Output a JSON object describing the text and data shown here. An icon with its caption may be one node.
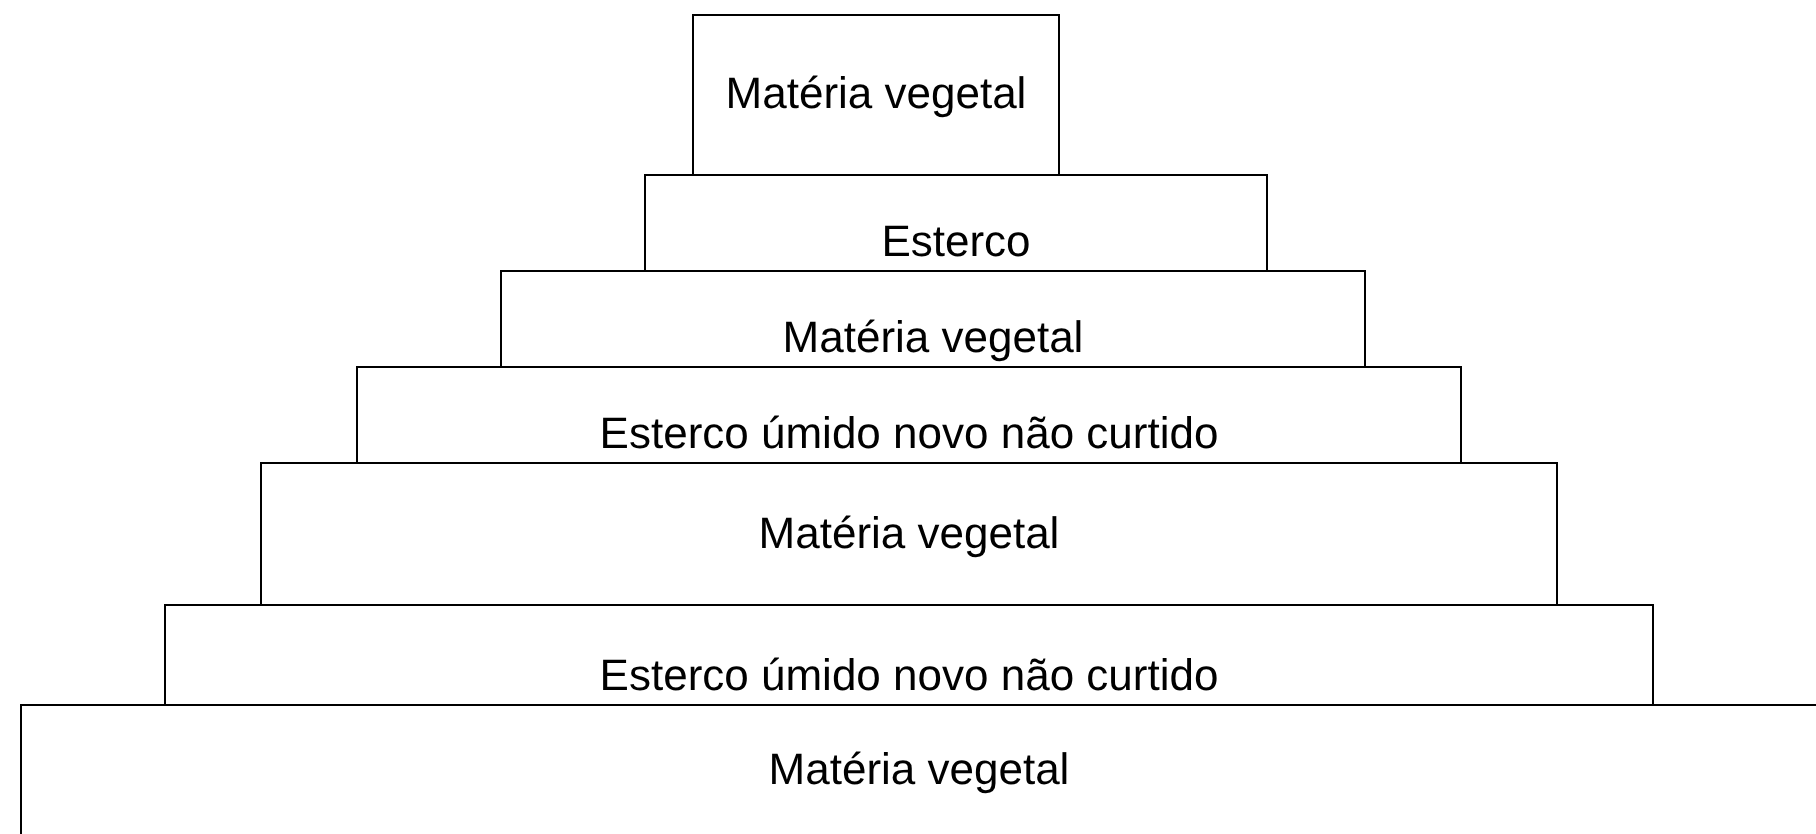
{
  "diagram": {
    "nodes": [
      {
        "text": [
          "Matéria vegetal"
        ]
      },
      {
        "text": [
          "Esterco"
        ]
      },
      {
        "text": [
          "Matéria vegetal"
        ]
      },
      {
        "text": [
          "Esterco úmido novo não curtido"
        ]
      },
      {
        "text": [
          "Matéria vegetal"
        ]
      },
      {
        "text": [
          "Esterco úmido novo não curtido"
        ]
      },
      {
        "text": [
          "Matéria vegetal"
        ]
      }
    ]
  }
}
